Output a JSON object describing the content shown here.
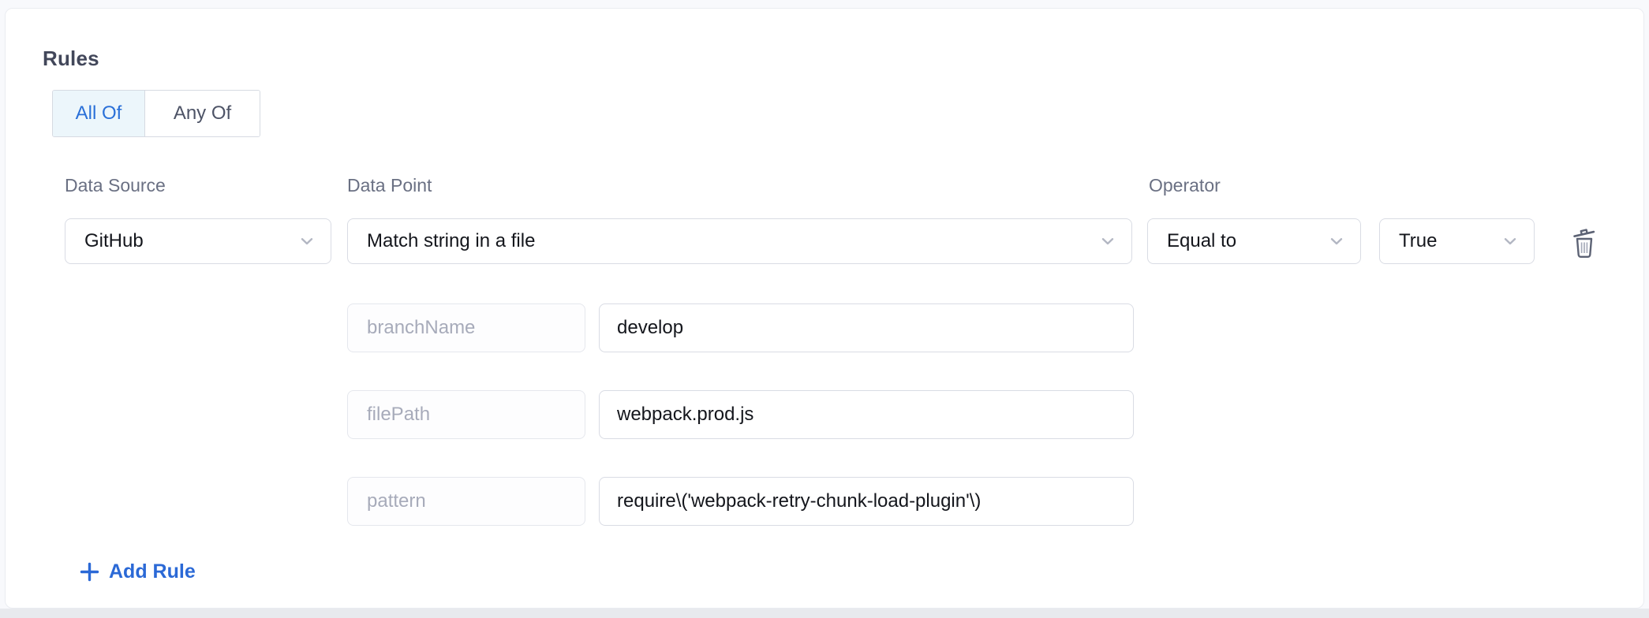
{
  "section": {
    "title": "Rules",
    "match_toggle": {
      "all_of": "All Of",
      "any_of": "Any Of",
      "selected": "All Of"
    }
  },
  "rule": {
    "data_source": {
      "label": "Data Source",
      "selected": "GitHub"
    },
    "data_point": {
      "label": "Data Point",
      "selected": "Match string in a file"
    },
    "operator": {
      "label": "Operator",
      "selected": "Equal to"
    },
    "expected_value": {
      "selected": "True"
    },
    "params": [
      {
        "key": "branchName",
        "value": "develop"
      },
      {
        "key": "filePath",
        "value": "webpack.prod.js"
      },
      {
        "key": "pattern",
        "value": "require\\('webpack-retry-chunk-load-plugin'\\)"
      }
    ]
  },
  "actions": {
    "add_rule_label": "Add Rule"
  },
  "icons": {
    "dropdown": "chevron-down-icon",
    "delete": "trash-icon",
    "add": "plus-icon"
  },
  "colors": {
    "accent_blue": "#2a70d8",
    "add_rule_blue": "#2b69d6",
    "selected_segment_bg": "#ecf6fb",
    "card_bg": "#ffffff",
    "page_bg": "#f8f9fc",
    "bottom_strip": "#e8eaee",
    "label_gray": "#6a7083",
    "key_text_gray": "#a7abba",
    "input_border": "#d9dce4",
    "input_text": "#14161c"
  }
}
